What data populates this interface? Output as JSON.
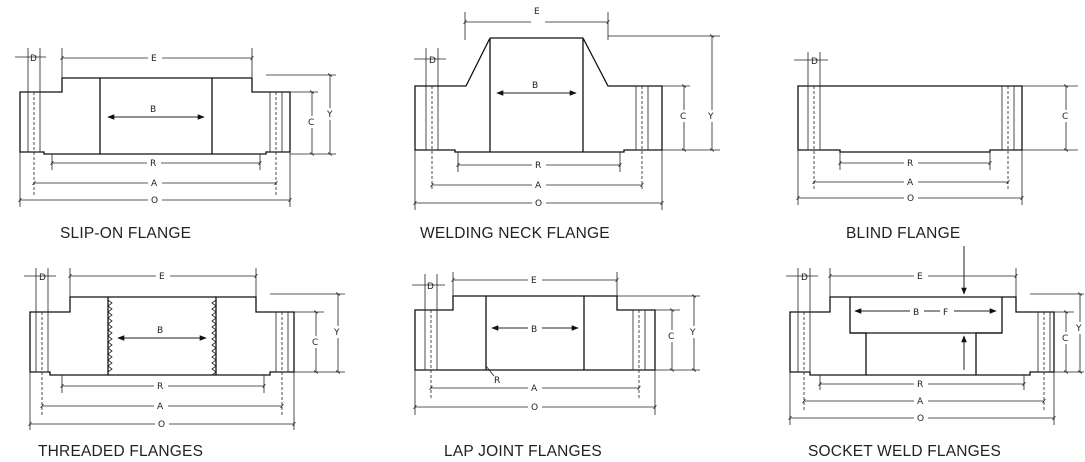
{
  "flanges": [
    {
      "id": "slip-on",
      "title": "SLIP-ON FLANGE",
      "labels": {
        "d": "D",
        "e": "E",
        "b": "B",
        "c": "C",
        "y": "Y",
        "r": "R",
        "a": "A",
        "o": "O"
      }
    },
    {
      "id": "welding-neck",
      "title": "WELDING NECK FLANGE",
      "labels": {
        "d": "D",
        "e": "E",
        "b": "B",
        "c": "C",
        "y": "Y",
        "r": "R",
        "a": "A",
        "o": "O"
      }
    },
    {
      "id": "blind",
      "title": "BLIND FLANGE",
      "labels": {
        "d": "D",
        "c": "C",
        "r": "R",
        "a": "A",
        "o": "O"
      }
    },
    {
      "id": "threaded",
      "title": "THREADED FLANGES",
      "labels": {
        "d": "D",
        "e": "E",
        "b": "B",
        "c": "C",
        "y": "Y",
        "r": "R",
        "a": "A",
        "o": "O"
      }
    },
    {
      "id": "lap-joint",
      "title": "LAP JOINT FLANGES",
      "labels": {
        "d": "D",
        "e": "E",
        "b": "B",
        "c": "C",
        "y": "Y",
        "r": "R",
        "a": "A",
        "o": "O"
      }
    },
    {
      "id": "socket-weld",
      "title": "SOCKET WELD FLANGES",
      "labels": {
        "d": "D",
        "e": "E",
        "b": "B",
        "f": "F",
        "c": "C",
        "y": "Y",
        "r": "R",
        "a": "A",
        "o": "O"
      }
    }
  ]
}
